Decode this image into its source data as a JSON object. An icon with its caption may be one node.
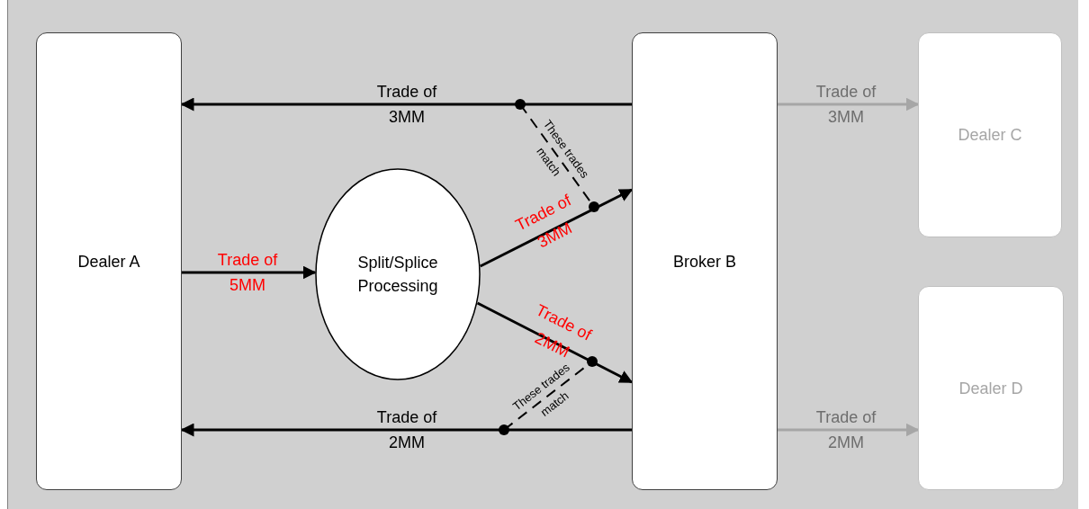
{
  "diagram": {
    "nodes": [
      {
        "text": [
          "Dealer A"
        ]
      },
      {
        "text": [
          "Split/Splice Processing"
        ]
      },
      {
        "text": [
          "Broker B"
        ]
      },
      {
        "text": [
          "Dealer C"
        ]
      },
      {
        "text": [
          "Dealer D"
        ]
      }
    ],
    "edges": [
      {
        "from": 2,
        "to": 0,
        "arrow": "to",
        "label": "Trade of 3MM"
      },
      {
        "from": 0,
        "to": 1,
        "arrow": "to",
        "label": "Trade of 5MM"
      },
      {
        "from": 1,
        "to": 2,
        "arrow": "to",
        "label": "Trade of 3MM"
      },
      {
        "from": 1,
        "to": 2,
        "arrow": "to",
        "label": "Trade of 2MM"
      },
      {
        "from": 2,
        "to": 0,
        "arrow": "to",
        "label": "Trade of 2MM"
      },
      {
        "from": 2,
        "to": 3,
        "arrow": "to",
        "label": "Trade of 3MM",
        "color": "#a6a6a6"
      },
      {
        "from": 2,
        "to": 4,
        "arrow": "to",
        "label": "Trade of 2MM",
        "color": "#a6a6a6"
      }
    ],
    "labels": [
      "These trades match",
      "These trades match"
    ]
  }
}
